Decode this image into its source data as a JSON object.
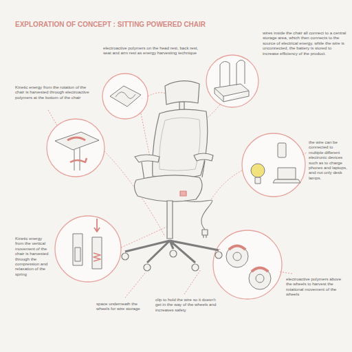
{
  "diagram": {
    "title": "EXPLORATION OF CONCEPT : SITTING POWERED CHAIR",
    "labels": [
      "electroactive polymers on the head rest, back rest, seat and arm rest as energy harvesting technique",
      "wires inside the chair all connect to a central storage area, which then connects to the source of electrical energy. while the wire is unconnected, the battery is stored to increase efficiency of the product.",
      "Kinetic energy from the rotation of the chair is harvested through electroactive polymers at the bottom of the chair",
      "the wire can be connected to multiple different electronic devices such as to charge phones and laptops, and not only desk lamps.",
      "Kinetic energy from the vertical movement of the chair is harvested through the compression and relaxation of the spring",
      "space underneath the wheels for wire storage",
      "clip to hold the wire so it doesn't get in the way of the wheels and increases safety",
      "electroactive polymers above the wheels to harvest the rotational movement of the wheels"
    ]
  }
}
